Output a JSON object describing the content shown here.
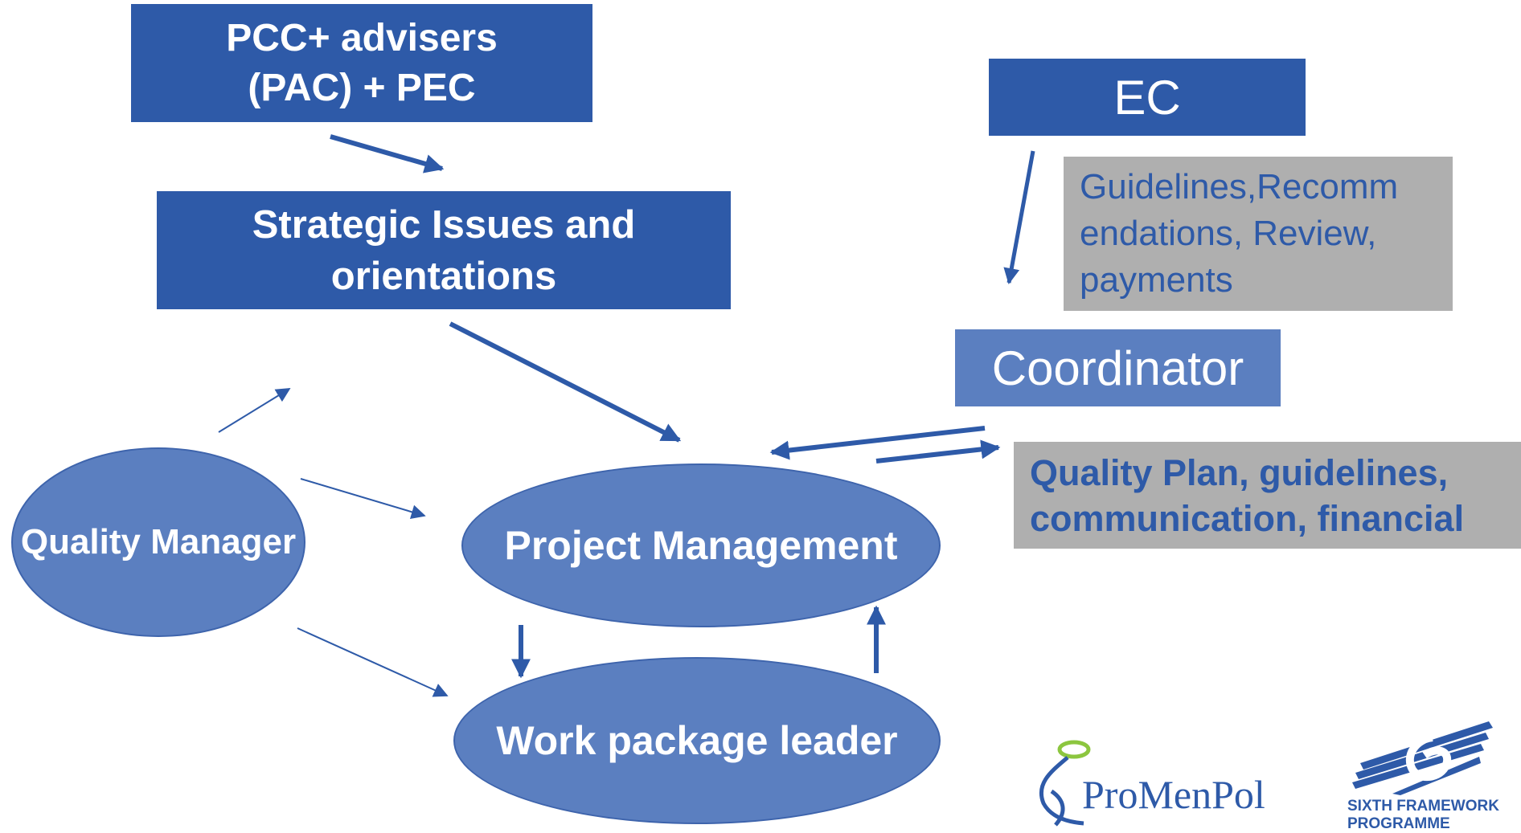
{
  "boxes": {
    "pac": {
      "line1": "PCC+ advisers",
      "line2": "(PAC) + PEC"
    },
    "strategic": {
      "line1": "Strategic Issues and",
      "line2": "orientations"
    },
    "ec": "EC",
    "ec_note": {
      "line1": "Guidelines,Recomm",
      "line2": "endations, Review,",
      "line3": "payments"
    },
    "coordinator": "Coordinator",
    "coord_note": {
      "line1": "Quality Plan, guidelines,",
      "line2": "communication, financial"
    }
  },
  "ellipses": {
    "quality_manager": "Quality Manager",
    "project_management": "Project Management",
    "work_package_leader": "Work package leader"
  },
  "logos": {
    "promenpol": "ProMenPol",
    "sixth_framework": {
      "line1": "SIXTH FRAMEWORK",
      "line2": "PROGRAMME"
    }
  },
  "colors": {
    "dark_blue": "#2e5aa8",
    "mid_blue": "#5b7fc0",
    "grey": "#afafaf",
    "note_text": "#2e5aa8"
  }
}
